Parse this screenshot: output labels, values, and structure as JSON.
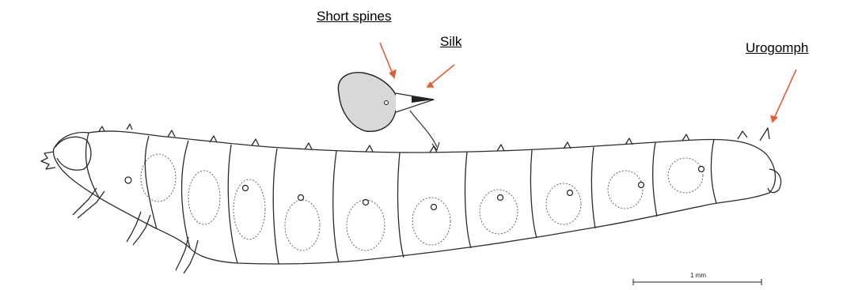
{
  "labels": {
    "short_spines": "Short spines",
    "silk": "Silk",
    "urogomph": "Urogomph"
  },
  "scale_bar": {
    "text": "1 mm"
  },
  "colors": {
    "arrow": "#f0582a",
    "line": "#2a2a2a"
  }
}
